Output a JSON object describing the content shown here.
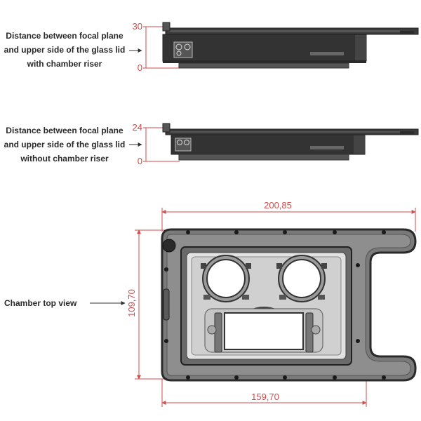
{
  "side_with_riser": {
    "label_lines": [
      "Distance between focal plane",
      "and upper side of the glass lid",
      "with chamber riser"
    ],
    "dim_top": "30",
    "dim_bottom": "0"
  },
  "side_without_riser": {
    "label_lines": [
      "Distance between focal plane",
      "and upper side of the glass lid",
      "without chamber riser"
    ],
    "dim_top": "24",
    "dim_bottom": "0"
  },
  "top_view": {
    "label": "Chamber top view",
    "dim_width_total": "200,85",
    "dim_width_body": "159,70",
    "dim_height": "109,70"
  },
  "colors": {
    "dimension": "#d24b4b",
    "part_dark": "#3a3a3a",
    "part_mid": "#8a8a8a",
    "part_light": "#d8d8d8"
  }
}
